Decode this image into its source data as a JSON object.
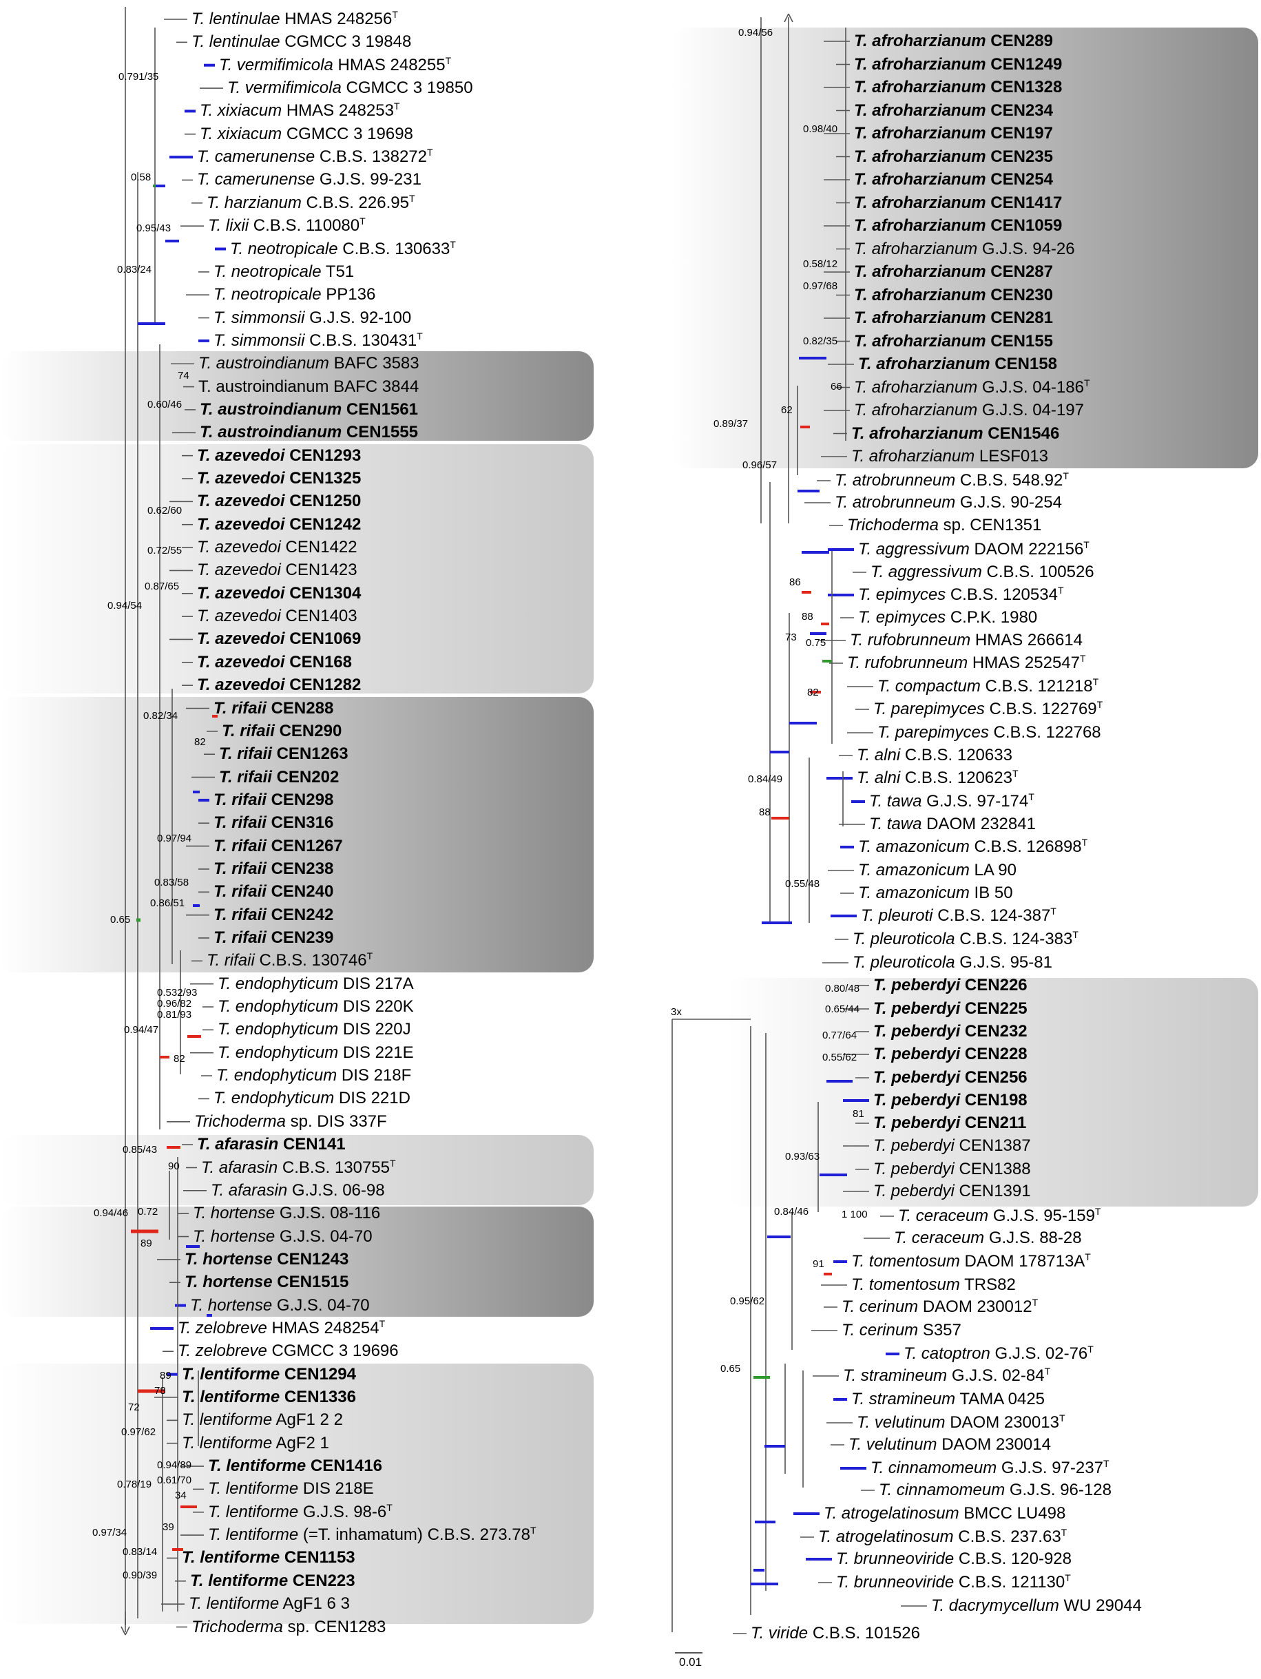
{
  "colors": {
    "blue": "#1f1fd6",
    "red": "#e0261b",
    "green": "#2e9a2e",
    "line": "#555555"
  },
  "scale_label": "0.01",
  "bands": [
    "dark",
    "light",
    "dark",
    "light",
    "dark",
    "light",
    "dark",
    "light"
  ],
  "left_taxa": [
    {
      "name": "T. lentinulae",
      "strain": "HMAS 248256",
      "type": true,
      "bold": false
    },
    {
      "name": "T. lentinulae",
      "strain": "CGMCC 3 19848",
      "type": false,
      "bold": false
    },
    {
      "name": "T. vermifimicola",
      "strain": "HMAS 248255",
      "type": true,
      "bold": false
    },
    {
      "name": "T. vermifimicola",
      "strain": "CGMCC 3 19850",
      "type": false,
      "bold": false
    },
    {
      "name": "T. xixiacum",
      "strain": "HMAS 248253",
      "type": true,
      "bold": false
    },
    {
      "name": "T. xixiacum",
      "strain": "CGMCC 3 19698",
      "type": false,
      "bold": false
    },
    {
      "name": "T. camerunense",
      "strain": "C.B.S. 138272",
      "type": true,
      "bold": false
    },
    {
      "name": "T. camerunense",
      "strain": "G.J.S. 99-231",
      "type": false,
      "bold": false
    },
    {
      "name": "T. harzianum",
      "strain": "C.B.S. 226.95",
      "type": true,
      "bold": false
    },
    {
      "name": "T. lixii",
      "strain": "C.B.S. 110080",
      "type": true,
      "bold": false
    },
    {
      "name": "T. neotropicale",
      "strain": "C.B.S. 130633",
      "type": true,
      "bold": false
    },
    {
      "name": "T. neotropicale",
      "strain": "T51",
      "type": false,
      "bold": false
    },
    {
      "name": "T. neotropicale",
      "strain": "PP136",
      "type": false,
      "bold": false
    },
    {
      "name": "T. simmonsii",
      "strain": "G.J.S. 92-100",
      "type": false,
      "bold": false
    },
    {
      "name": "T. simmonsii",
      "strain": "C.B.S. 130431",
      "type": true,
      "bold": false
    },
    {
      "name": "T. austroindianum",
      "strain": "BAFC 3583",
      "type": false,
      "bold": false
    },
    {
      "name": "T. austroindianum",
      "strain": "BAFC 3844",
      "type": false,
      "bold": false,
      "upright": true
    },
    {
      "name": "T. austroindianum",
      "strain": "CEN1561",
      "type": false,
      "bold": true
    },
    {
      "name": "T. austroindianum",
      "strain": "CEN1555",
      "type": false,
      "bold": true
    },
    {
      "name": "T. azevedoi",
      "strain": "CEN1293",
      "type": false,
      "bold": true
    },
    {
      "name": "T. azevedoi",
      "strain": "CEN1325",
      "type": false,
      "bold": true
    },
    {
      "name": "T. azevedoi",
      "strain": "CEN1250",
      "type": false,
      "bold": true
    },
    {
      "name": "T. azevedoi",
      "strain": "CEN1242",
      "type": false,
      "bold": true
    },
    {
      "name": "T. azevedoi",
      "strain": "CEN1422",
      "type": false,
      "bold": false
    },
    {
      "name": "T. azevedoi",
      "strain": "CEN1423",
      "type": false,
      "bold": false
    },
    {
      "name": "T. azevedoi",
      "strain": "CEN1304",
      "type": false,
      "bold": true
    },
    {
      "name": "T. azevedoi",
      "strain": "CEN1403",
      "type": false,
      "bold": false
    },
    {
      "name": "T. azevedoi",
      "strain": "CEN1069",
      "type": false,
      "bold": true
    },
    {
      "name": "T. azevedoi",
      "strain": "CEN168",
      "type": false,
      "bold": true
    },
    {
      "name": "T. azevedoi",
      "strain": "CEN1282",
      "type": false,
      "bold": true
    },
    {
      "name": "T. rifaii",
      "strain": "CEN288",
      "type": false,
      "bold": true
    },
    {
      "name": "T. rifaii",
      "strain": "CEN290",
      "type": false,
      "bold": true
    },
    {
      "name": "T. rifaii",
      "strain": "CEN1263",
      "type": false,
      "bold": true
    },
    {
      "name": "T. rifaii",
      "strain": "CEN202",
      "type": false,
      "bold": true
    },
    {
      "name": "T. rifaii",
      "strain": "CEN298",
      "type": false,
      "bold": true
    },
    {
      "name": "T. rifaii",
      "strain": "CEN316",
      "type": false,
      "bold": true
    },
    {
      "name": "T. rifaii",
      "strain": "CEN1267",
      "type": false,
      "bold": true
    },
    {
      "name": "T. rifaii",
      "strain": "CEN238",
      "type": false,
      "bold": true
    },
    {
      "name": "T. rifaii",
      "strain": "CEN240",
      "type": false,
      "bold": true
    },
    {
      "name": "T. rifaii",
      "strain": "CEN242",
      "type": false,
      "bold": true
    },
    {
      "name": "T. rifaii",
      "strain": "CEN239",
      "type": false,
      "bold": true
    },
    {
      "name": "T. rifaii",
      "strain": "C.B.S. 130746",
      "type": true,
      "bold": false
    },
    {
      "name": "T. endophyticum",
      "strain": "DIS 217A",
      "type": false,
      "bold": false
    },
    {
      "name": "T. endophyticum",
      "strain": "DIS 220K",
      "type": false,
      "bold": false
    },
    {
      "name": "T. endophyticum",
      "strain": "DIS 220J",
      "type": false,
      "bold": false
    },
    {
      "name": "T. endophyticum",
      "strain": "DIS 221E",
      "type": false,
      "bold": false
    },
    {
      "name": "T. endophyticum",
      "strain": "DIS 218F",
      "type": false,
      "bold": false
    },
    {
      "name": "T. endophyticum",
      "strain": "DIS 221D",
      "type": false,
      "bold": false
    },
    {
      "name": "Trichoderma",
      "strain": "sp. DIS 337F",
      "type": false,
      "bold": false
    },
    {
      "name": "T. afarasin",
      "strain": "CEN141",
      "type": false,
      "bold": true
    },
    {
      "name": "T. afarasin",
      "strain": "C.B.S. 130755",
      "type": true,
      "bold": false
    },
    {
      "name": "T. afarasin",
      "strain": "G.J.S. 06-98",
      "type": false,
      "bold": false
    },
    {
      "name": "T. hortense",
      "strain": "G.J.S. 08-116",
      "type": false,
      "bold": false
    },
    {
      "name": "T. hortense",
      "strain": "G.J.S. 04-70",
      "type": false,
      "bold": false
    },
    {
      "name": "T. hortense",
      "strain": "CEN1243",
      "type": false,
      "bold": true
    },
    {
      "name": "T. hortense",
      "strain": "CEN1515",
      "type": false,
      "bold": true
    },
    {
      "name": "T. hortense",
      "strain": " G.J.S. 04-70",
      "type": false,
      "bold": false
    },
    {
      "name": "T. zelobreve",
      "strain": "HMAS 248254",
      "type": true,
      "bold": false
    },
    {
      "name": "T. zelobreve",
      "strain": "CGMCC 3 19696",
      "type": false,
      "bold": false
    },
    {
      "name": "T. lentiforme",
      "strain": "CEN1294",
      "type": false,
      "bold": true
    },
    {
      "name": "T. lentiforme",
      "strain": "CEN1336",
      "type": false,
      "bold": true
    },
    {
      "name": "T. lentiforme",
      "strain": "AgF1 2 2",
      "type": false,
      "bold": false
    },
    {
      "name": "T. lentiforme",
      "strain": "AgF2 1",
      "type": false,
      "bold": false
    },
    {
      "name": "T. lentiforme",
      "strain": "CEN1416",
      "type": false,
      "bold": true
    },
    {
      "name": "T. lentiforme",
      "strain": "DIS 218E",
      "type": false,
      "bold": false
    },
    {
      "name": "T. lentiforme",
      "strain": "G.J.S. 98-6",
      "type": true,
      "bold": false
    },
    {
      "name": "T. lentiforme",
      "strain": "(=T. inhamatum) C.B.S. 273.78",
      "type": true,
      "bold": false
    },
    {
      "name": "T. lentiforme",
      "strain": "CEN1153",
      "type": false,
      "bold": true
    },
    {
      "name": "T. lentiforme",
      "strain": "CEN223",
      "type": false,
      "bold": true
    },
    {
      "name": "T. lentiforme",
      "strain": "AgF1 6 3",
      "type": false,
      "bold": false
    },
    {
      "name": "Trichoderma",
      "strain": "sp. CEN1283",
      "type": false,
      "bold": false
    }
  ],
  "right_taxa": [
    {
      "name": "T. afroharzianum",
      "strain": "CEN289",
      "type": false,
      "bold": true
    },
    {
      "name": "T. afroharzianum",
      "strain": "CEN1249",
      "type": false,
      "bold": true
    },
    {
      "name": "T. afroharzianum",
      "strain": "CEN1328",
      "type": false,
      "bold": true
    },
    {
      "name": "T. afroharzianum",
      "strain": "CEN234",
      "type": false,
      "bold": true
    },
    {
      "name": "T. afroharzianum",
      "strain": "CEN197",
      "type": false,
      "bold": true
    },
    {
      "name": "T. afroharzianum",
      "strain": "CEN235",
      "type": false,
      "bold": true
    },
    {
      "name": "T. afroharzianum",
      "strain": "CEN254",
      "type": false,
      "bold": true
    },
    {
      "name": "T. afroharzianum",
      "strain": "CEN1417",
      "type": false,
      "bold": true
    },
    {
      "name": "T. afroharzianum",
      "strain": "CEN1059",
      "type": false,
      "bold": true
    },
    {
      "name": "T. afroharzianum",
      "strain": "G.J.S. 94-26",
      "type": false,
      "bold": false
    },
    {
      "name": "T. afroharzianum",
      "strain": "CEN287",
      "type": false,
      "bold": true
    },
    {
      "name": "T. afroharzianum",
      "strain": "CEN230",
      "type": false,
      "bold": true
    },
    {
      "name": "T. afroharzianum",
      "strain": "CEN281",
      "type": false,
      "bold": true
    },
    {
      "name": "T. afroharzianum",
      "strain": "CEN155",
      "type": false,
      "bold": true
    },
    {
      "name": "T. afroharzianum",
      "strain": "CEN158",
      "type": false,
      "bold": true
    },
    {
      "name": "T. afroharzianum",
      "strain": "G.J.S. 04-186",
      "type": true,
      "bold": false
    },
    {
      "name": "T. afroharzianum",
      "strain": "G.J.S. 04-197",
      "type": false,
      "bold": false
    },
    {
      "name": "T. afroharzianum",
      "strain": "CEN1546",
      "type": false,
      "bold": true
    },
    {
      "name": "T. afroharzianum",
      "strain": "LESF013",
      "type": false,
      "bold": false
    },
    {
      "name": "T. atrobrunneum",
      "strain": "C.B.S. 548.92",
      "type": true,
      "bold": false
    },
    {
      "name": "T. atrobrunneum",
      "strain": "G.J.S. 90-254",
      "type": false,
      "bold": false
    },
    {
      "name": "Trichoderma",
      "strain": "sp. CEN1351",
      "type": false,
      "bold": false
    },
    {
      "name": "T. aggressivum",
      "strain": "DAOM 222156",
      "type": true,
      "bold": false
    },
    {
      "name": "T. aggressivum",
      "strain": "C.B.S. 100526",
      "type": false,
      "bold": false
    },
    {
      "name": "T. epimyces",
      "strain": "C.B.S. 120534",
      "type": true,
      "bold": false
    },
    {
      "name": "T. epimyces",
      "strain": "C.P.K. 1980",
      "type": false,
      "bold": false
    },
    {
      "name": "T. rufobrunneum",
      "strain": " HMAS 266614",
      "type": false,
      "bold": false
    },
    {
      "name": "T. rufobrunneum",
      "strain": " HMAS 252547",
      "type": true,
      "bold": false
    },
    {
      "name": "T. compactum",
      "strain": "C.B.S. 121218",
      "type": true,
      "bold": false
    },
    {
      "name": "T. parepimyces",
      "strain": "C.B.S. 122769",
      "type": true,
      "bold": false
    },
    {
      "name": "T. parepimyces",
      "strain": "C.B.S. 122768",
      "type": false,
      "bold": false
    },
    {
      "name": "T. alni",
      "strain": "C.B.S. 120633",
      "type": false,
      "bold": false
    },
    {
      "name": "T. alni",
      "strain": "C.B.S. 120623",
      "type": true,
      "bold": false
    },
    {
      "name": "T. tawa",
      "strain": "G.J.S. 97-174",
      "type": true,
      "bold": false
    },
    {
      "name": "T. tawa",
      "strain": "DAOM 232841",
      "type": false,
      "bold": false
    },
    {
      "name": "T. amazonicum",
      "strain": "C.B.S. 126898",
      "type": true,
      "bold": false
    },
    {
      "name": "T. amazonicum",
      "strain": "LA 90",
      "type": false,
      "bold": false
    },
    {
      "name": "T. amazonicum",
      "strain": "IB 50",
      "type": false,
      "bold": false
    },
    {
      "name": "T. pleuroti",
      "strain": "C.B.S. 124-387",
      "type": true,
      "bold": false
    },
    {
      "name": "T. pleuroticola",
      "strain": "C.B.S. 124-383",
      "type": true,
      "bold": false
    },
    {
      "name": "T. pleuroticola",
      "strain": "G.J.S. 95-81",
      "type": false,
      "bold": false
    },
    {
      "name": "T. peberdyi",
      "strain": "CEN226",
      "type": false,
      "bold": true
    },
    {
      "name": "T. peberdyi",
      "strain": "CEN225",
      "type": false,
      "bold": true
    },
    {
      "name": "T. peberdyi",
      "strain": "CEN232",
      "type": false,
      "bold": true
    },
    {
      "name": "T. peberdyi",
      "strain": "CEN228",
      "type": false,
      "bold": true
    },
    {
      "name": "T. peberdyi",
      "strain": "CEN256",
      "type": false,
      "bold": true
    },
    {
      "name": "T. peberdyi",
      "strain": "CEN198",
      "type": false,
      "bold": true
    },
    {
      "name": "T. peberdyi",
      "strain": "CEN211",
      "type": false,
      "bold": true
    },
    {
      "name": "T. peberdyi",
      "strain": "CEN1387",
      "type": false,
      "bold": false
    },
    {
      "name": "T. peberdyi",
      "strain": "CEN1388",
      "type": false,
      "bold": false
    },
    {
      "name": "T. peberdyi",
      "strain": "CEN1391",
      "type": false,
      "bold": false
    },
    {
      "name": "T. ceraceum",
      "strain": "G.J.S. 95-159",
      "type": true,
      "bold": false
    },
    {
      "name": "T. ceraceum",
      "strain": "G.J.S. 88-28",
      "type": false,
      "bold": false
    },
    {
      "name": "T. tomentosum",
      "strain": "DAOM 178713A",
      "type": true,
      "bold": false
    },
    {
      "name": "T. tomentosum",
      "strain": "TRS82",
      "type": false,
      "bold": false
    },
    {
      "name": "T. cerinum",
      "strain": "DAOM 230012",
      "type": true,
      "bold": false
    },
    {
      "name": "T. cerinum",
      "strain": "S357",
      "type": false,
      "bold": false
    },
    {
      "name": "T. catoptron",
      "strain": "G.J.S. 02-76",
      "type": true,
      "bold": false
    },
    {
      "name": "T. stramineum",
      "strain": "G.J.S. 02-84",
      "type": true,
      "bold": false
    },
    {
      "name": "T. stramineum",
      "strain": "TAMA 0425",
      "type": false,
      "bold": false
    },
    {
      "name": "T. velutinum",
      "strain": "DAOM 230013",
      "type": true,
      "bold": false
    },
    {
      "name": "T. velutinum",
      "strain": "DAOM 230014",
      "type": false,
      "bold": false
    },
    {
      "name": "T. cinnamomeum",
      "strain": "G.J.S. 97-237",
      "type": true,
      "bold": false
    },
    {
      "name": "T. cinnamomeum",
      "strain": "G.J.S. 96-128",
      "type": false,
      "bold": false
    },
    {
      "name": "T. atrogelatinosum",
      "strain": "BMCC LU498",
      "type": false,
      "bold": false
    },
    {
      "name": "T. atrogelatinosum",
      "strain": "C.B.S. 237.63",
      "type": true,
      "bold": false
    },
    {
      "name": "T. brunneoviride",
      "strain": "C.B.S. 120-928",
      "type": false,
      "bold": false
    },
    {
      "name": "T. brunneoviride",
      "strain": "C.B.S. 121130",
      "type": true,
      "bold": false
    },
    {
      "name": "T. dacrymycellum",
      "strain": "WU 29044",
      "type": false,
      "bold": false
    },
    {
      "name": "T. viride",
      "strain": "C.B.S. 101526",
      "type": false,
      "bold": false
    }
  ],
  "supports": [
    "0.791/35",
    "0.58",
    "0.95/43",
    "0.83/24",
    "74",
    "0.60/46",
    "0.62/60",
    "0.72/55",
    "0.87/65",
    "0.94/54",
    "0.82/34",
    "82",
    "0.97/94",
    "0.83/58",
    "0.86/51",
    "0.65",
    "0.532/93",
    "0.96/82",
    "0.81/93",
    "0.94/47",
    "82",
    "0.85/43",
    "90",
    "0.94/46",
    "0.72",
    "89",
    "89",
    "78",
    "72",
    "0.97/62",
    "0.94/89",
    "0.61/70",
    "0.78/19",
    "34",
    "39",
    "0.97/34",
    "0.83/14",
    "0.90/39",
    "0.94/56",
    "0.98/40",
    "0.58/12",
    "0.97/68",
    "0.82/35",
    "66",
    "62",
    "0.89/37",
    "0.96/57",
    "86",
    "88",
    "0.75",
    "73",
    "82",
    "0.84/49",
    "88",
    "0.55/48",
    "3x",
    "0.80/48",
    "0.65/44",
    "0.77/64",
    "0.55/62",
    "81",
    "0.93/63",
    "0.84/46",
    "1 100",
    "91",
    "0.95/62",
    "0.65"
  ]
}
